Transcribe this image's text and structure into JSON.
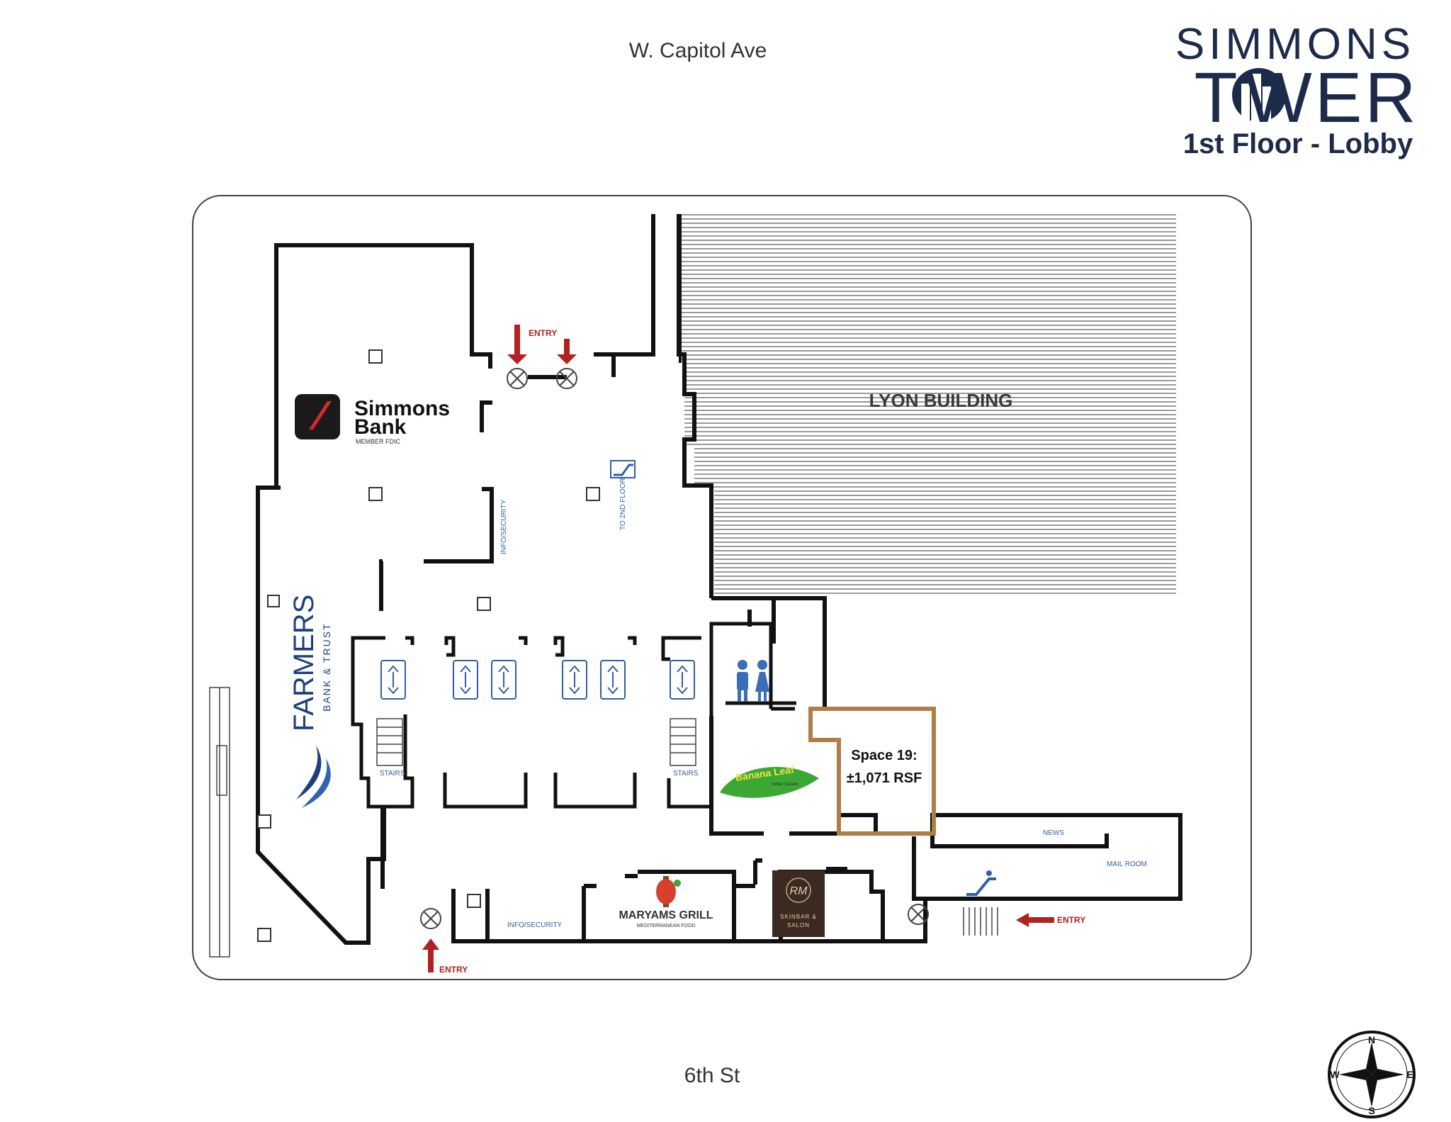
{
  "header": {
    "north_street": "W. Capitol Ave",
    "south_street": "6th St",
    "brand_line1": "SIMMONS",
    "brand_line2_left": "T",
    "brand_line2_right": "WER",
    "floor_title": "1st Floor - Lobby"
  },
  "tenants": {
    "simmons_bank": {
      "name_line1": "Simmons",
      "name_line2": "Bank",
      "sub": "MEMBER FDIC"
    },
    "farmers": {
      "name": "FARMERS",
      "sub": "BANK & TRUST"
    },
    "banana_leaf": {
      "name": "Banana Leaf",
      "sub": "Indian Cuisine"
    },
    "maryams": {
      "name": "MARYAMS GRILL",
      "sub": "MEDITERRANEAN FOOD"
    },
    "rm": {
      "mark": "RM",
      "line1": "SKINBAR &",
      "line2": "SALON"
    },
    "lyon": {
      "name": "LYON BUILDING"
    }
  },
  "space": {
    "line1": "Space 19:",
    "line2": "±1,071 RSF"
  },
  "labels": {
    "entry": "ENTRY",
    "info_security": "INFO/SECURITY",
    "to_2nd_floor": "TO 2ND FLOOR",
    "stairs": "STAIRS",
    "news": "NEWS",
    "mail_room": "MAIL ROOM"
  },
  "compass": {
    "n": "N",
    "s": "S",
    "e": "E",
    "w": "W"
  },
  "colors": {
    "navy": "#1c2b4a",
    "wall": "#111111",
    "entry_red": "#b0221f",
    "space_outline": "#b07d45",
    "lyon_hatch": "#9a9a9a",
    "icon_blue": "#2f5fa8"
  }
}
